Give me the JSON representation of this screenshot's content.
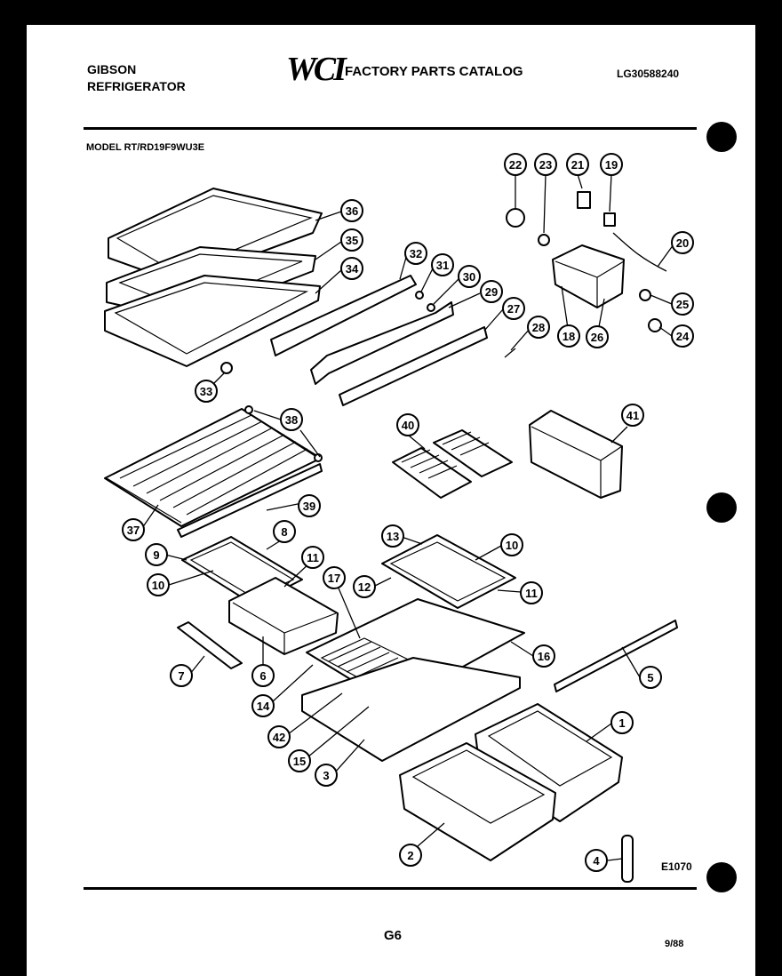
{
  "header": {
    "brand_line1": "GIBSON",
    "brand_line2": "REFRIGERATOR",
    "logo_text": "WCI",
    "catalog_title": "FACTORY PARTS CATALOG",
    "catalog_number": "LG30588240"
  },
  "model_label": "MODEL RT/RD19F9WU3E",
  "diagram_code": "E1070",
  "page_number": "G6",
  "revision_date": "9/88",
  "callouts": [
    {
      "id": "c22",
      "label": "22"
    },
    {
      "id": "c23",
      "label": "23"
    },
    {
      "id": "c21",
      "label": "21"
    },
    {
      "id": "c19",
      "label": "19"
    },
    {
      "id": "c36",
      "label": "36"
    },
    {
      "id": "c35",
      "label": "35"
    },
    {
      "id": "c34",
      "label": "34"
    },
    {
      "id": "c32",
      "label": "32"
    },
    {
      "id": "c31",
      "label": "31"
    },
    {
      "id": "c30",
      "label": "30"
    },
    {
      "id": "c29",
      "label": "29"
    },
    {
      "id": "c27",
      "label": "27"
    },
    {
      "id": "c28",
      "label": "28"
    },
    {
      "id": "c20",
      "label": "20"
    },
    {
      "id": "c25",
      "label": "25"
    },
    {
      "id": "c18",
      "label": "18"
    },
    {
      "id": "c26",
      "label": "26"
    },
    {
      "id": "c24",
      "label": "24"
    },
    {
      "id": "c33",
      "label": "33"
    },
    {
      "id": "c38",
      "label": "38"
    },
    {
      "id": "c40",
      "label": "40"
    },
    {
      "id": "c41",
      "label": "41"
    },
    {
      "id": "c39",
      "label": "39"
    },
    {
      "id": "c37",
      "label": "37"
    },
    {
      "id": "c9",
      "label": "9"
    },
    {
      "id": "c8",
      "label": "8"
    },
    {
      "id": "c10a",
      "label": "10"
    },
    {
      "id": "c11a",
      "label": "11"
    },
    {
      "id": "c13",
      "label": "13"
    },
    {
      "id": "c10b",
      "label": "10"
    },
    {
      "id": "c17",
      "label": "17"
    },
    {
      "id": "c12",
      "label": "12"
    },
    {
      "id": "c11b",
      "label": "11"
    },
    {
      "id": "c16",
      "label": "16"
    },
    {
      "id": "c7",
      "label": "7"
    },
    {
      "id": "c6",
      "label": "6"
    },
    {
      "id": "c14",
      "label": "14"
    },
    {
      "id": "c5",
      "label": "5"
    },
    {
      "id": "c42",
      "label": "42"
    },
    {
      "id": "c15",
      "label": "15"
    },
    {
      "id": "c3",
      "label": "3"
    },
    {
      "id": "c1",
      "label": "1"
    },
    {
      "id": "c2",
      "label": "2"
    },
    {
      "id": "c4",
      "label": "4"
    }
  ]
}
